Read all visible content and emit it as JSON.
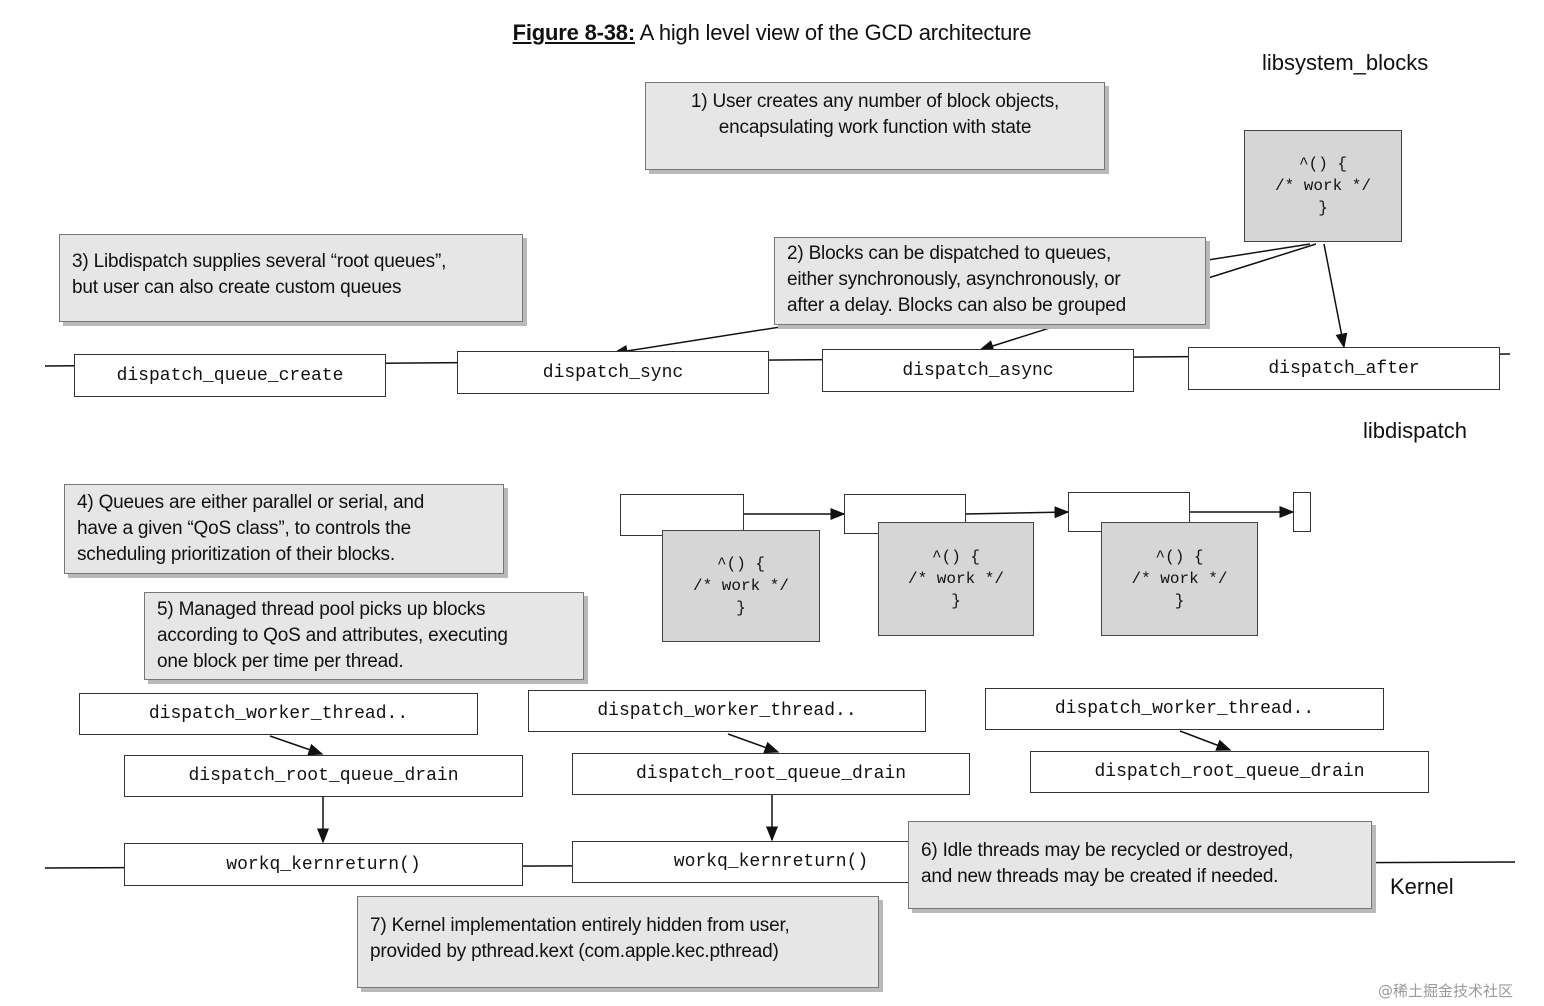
{
  "title": {
    "figure": "Figure 8-38:",
    "caption": "A high level view of the GCD architecture"
  },
  "layers": {
    "top": "libsystem_blocks",
    "middle": "libdispatch",
    "bottom": "Kernel"
  },
  "notes": {
    "n1": [
      "1) User creates any number of block objects,",
      "encapsulating work function with state"
    ],
    "n2": [
      "2) Blocks can be dispatched to queues,",
      "either synchronously, asynchronously, or",
      "after a delay. Blocks can also be grouped"
    ],
    "n3": [
      "3) Libdispatch supplies several “root queues”,",
      "but user can also create custom queues"
    ],
    "n4": [
      "4) Queues are either parallel or serial, and",
      "have a given “QoS class”, to controls the",
      "scheduling prioritization of their blocks."
    ],
    "n5": [
      "5) Managed thread pool picks up blocks",
      "according to QoS and attributes, executing",
      "one block per time per thread."
    ],
    "n6": [
      "6) Idle threads may be recycled or destroyed,",
      "and new threads may be created if needed."
    ],
    "n7": [
      "7) Kernel implementation entirely hidden from user,",
      "provided by pthread.kext (com.apple.kec.pthread)"
    ]
  },
  "block_code": [
    "^() {",
    "/* work */",
    "}"
  ],
  "api": {
    "queue_create": "dispatch_queue_create",
    "sync": "dispatch_sync",
    "async": "dispatch_async",
    "after": "dispatch_after"
  },
  "threads": [
    {
      "worker": "dispatch_worker_thread..",
      "drain": "dispatch_root_queue_drain",
      "kern": "workq_kernreturn()"
    },
    {
      "worker": "dispatch_worker_thread..",
      "drain": "dispatch_root_queue_drain",
      "kern": "workq_kernreturn()"
    },
    {
      "worker": "dispatch_worker_thread..",
      "drain": "dispatch_root_queue_drain"
    }
  ],
  "watermark": "@稀土掘金技术社区"
}
